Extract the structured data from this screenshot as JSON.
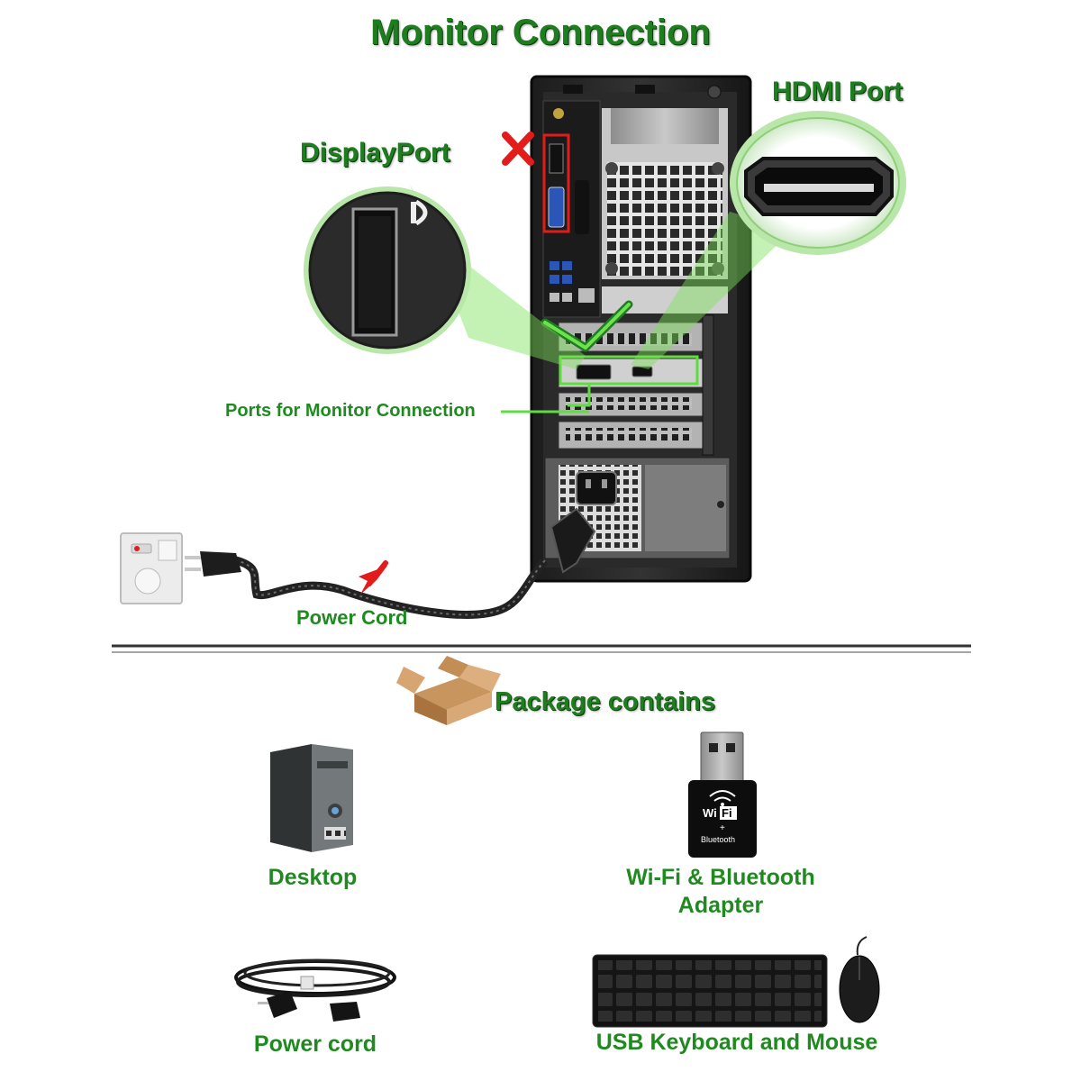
{
  "header": {
    "title": "Monitor Connection"
  },
  "callouts": {
    "displayport": "DisplayPort",
    "hdmi": "HDMI Port",
    "ports": "Ports for Monitor Connection",
    "power": "Power Cord"
  },
  "package": {
    "heading": "Package contains",
    "items": [
      {
        "label": "Desktop"
      },
      {
        "label_line1": "Wi-Fi & Bluetooth",
        "label_line2": "Adapter"
      },
      {
        "label": "Power cord"
      },
      {
        "label": "USB Keyboard and Mouse"
      }
    ]
  },
  "adapter_print": {
    "brand_left": "Wi",
    "brand_right": "Fi",
    "plus": "+",
    "bt": "Bluetooth"
  },
  "colors": {
    "accent_green": "#1f8a1f",
    "highlight_green": "#5fdc3f",
    "warning_red": "#e21b1b"
  }
}
